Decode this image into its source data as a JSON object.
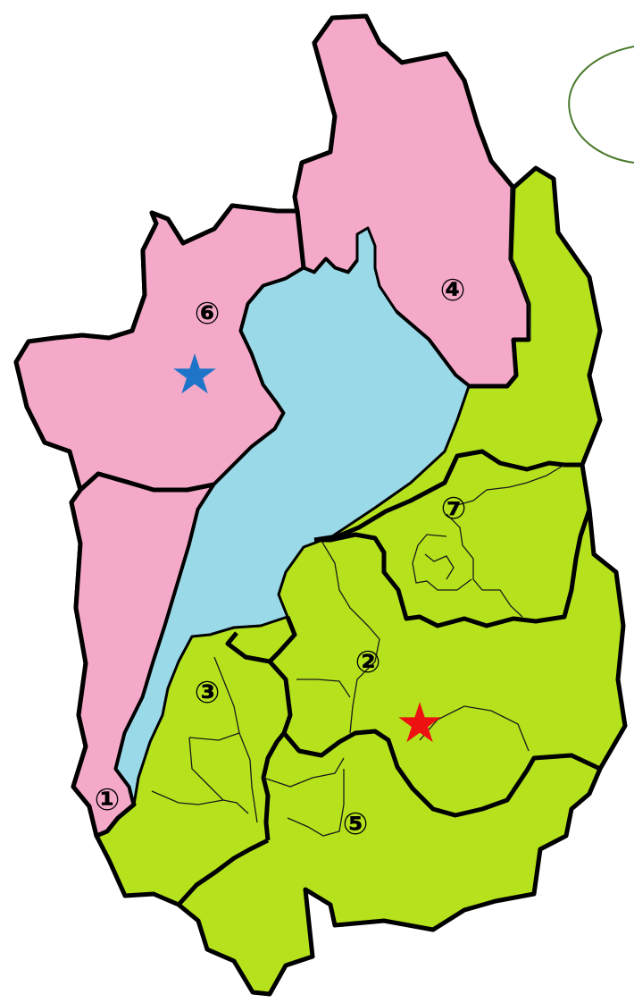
{
  "map": {
    "colors": {
      "lake": "#9ad9e8",
      "pink_region": "#f5a9c9",
      "green_region": "#b5e21d",
      "border": "#000000",
      "callout_outline": "#4a7a2c",
      "blue_star": "#1e74c8",
      "red_star": "#ee1111"
    },
    "region_labels": {
      "r1": "①",
      "r2": "②",
      "r3": "③",
      "r4": "④",
      "r5": "⑤",
      "r6": "⑥",
      "r7": "⑦"
    },
    "markers": {
      "blue_star": "★",
      "red_star": "★"
    },
    "callout": ""
  }
}
